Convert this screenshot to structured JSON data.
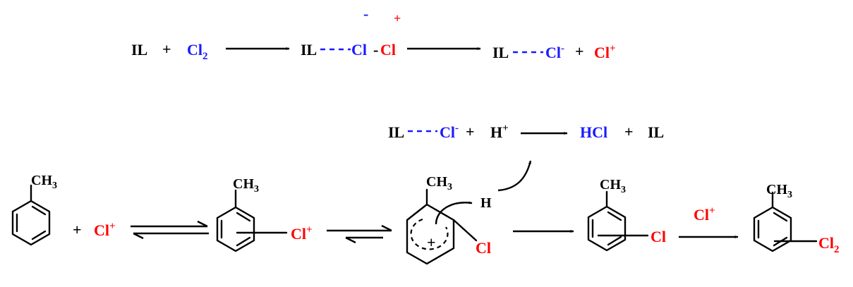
{
  "colors": {
    "black": "#000000",
    "blue": "#1a1aff",
    "red": "#ff0000"
  },
  "reaction1": {
    "il": "IL",
    "plus": "+",
    "cl2_cl": "Cl",
    "cl2_sub": "2",
    "complex_il": "IL",
    "complex_cl_blue": "Cl",
    "bond_dash": "-",
    "complex_cl_red": "Cl",
    "partial_minus": "-",
    "partial_plus": "+",
    "product_il": "IL",
    "product_cl": "Cl",
    "product_cl_charge": "-",
    "plus2": "+",
    "cation_cl": "Cl",
    "cation_charge": "+"
  },
  "reaction2": {
    "il": "IL",
    "cl": "Cl",
    "cl_charge": "-",
    "plus": "+",
    "h": "H",
    "h_charge": "+",
    "hcl": "HCl",
    "plus2": "+",
    "il_product": "IL"
  },
  "mechanism": {
    "toluene_ch": "CH",
    "toluene_sub": "3",
    "plus": "+",
    "cl_cation": "Cl",
    "cl_cation_charge": "+",
    "pi_complex_ch": "CH",
    "pi_complex_sub": "3",
    "pi_complex_cl": "Cl",
    "pi_complex_charge": "+",
    "sigma_ch": "CH",
    "sigma_sub": "3",
    "sigma_h": "H",
    "sigma_cl": "Cl",
    "sigma_plus": "+",
    "chlorotoluene_ch": "CH",
    "chlorotoluene_sub": "3",
    "chlorotoluene_cl": "Cl",
    "reagent_cl": "Cl",
    "reagent_charge": "+",
    "dichloro_ch": "CH",
    "dichloro_sub": "3",
    "dichloro_cl": "Cl",
    "dichloro_sub2": "2"
  }
}
